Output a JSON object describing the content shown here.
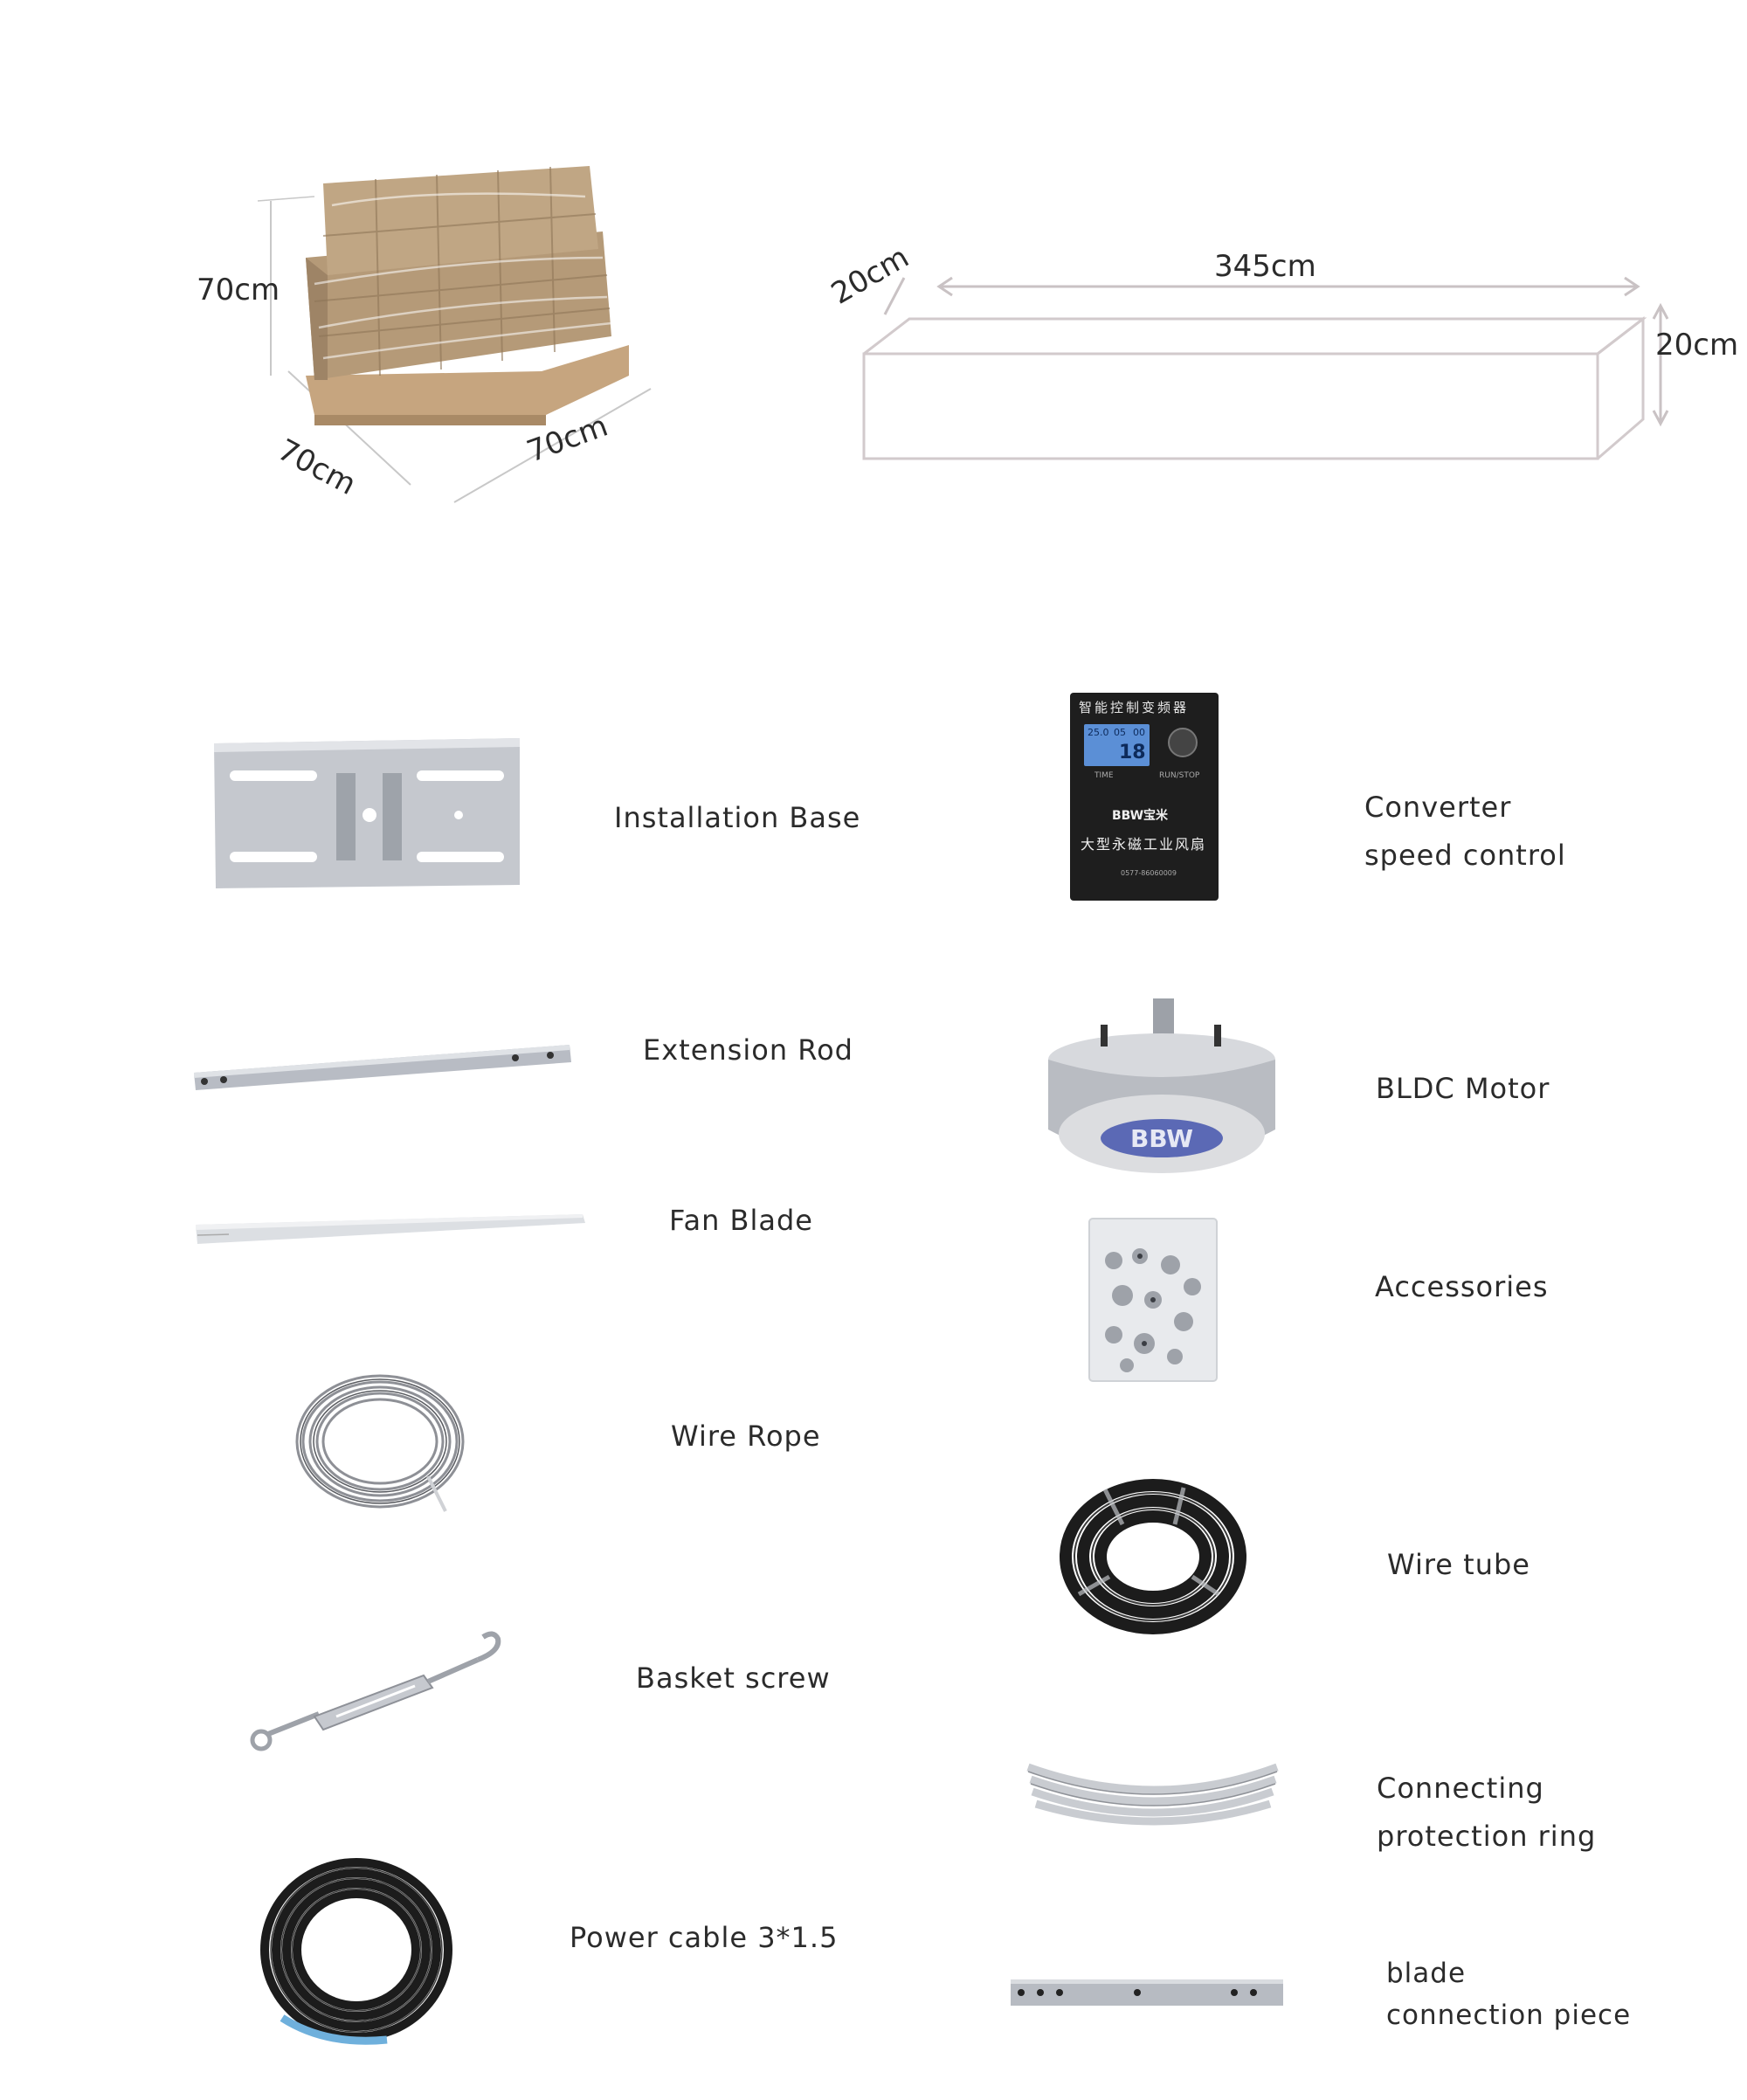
{
  "packaging": {
    "pallet": {
      "height": "70cm",
      "width": "70cm",
      "depth": "70cm"
    },
    "box": {
      "depth": "20cm",
      "length": "345cm",
      "height": "20cm"
    }
  },
  "items": {
    "installation_base": "Installation Base",
    "converter_line1": "Converter",
    "converter_line2": "speed control",
    "extension_rod": "Extension Rod",
    "bldc_motor": "BLDC Motor",
    "fan_blade": "Fan Blade",
    "accessories": "Accessories",
    "wire_rope": "Wire Rope",
    "wire_tube": "Wire tube",
    "basket_screw": "Basket screw",
    "ring_line1": "Connecting",
    "ring_line2": "protection ring",
    "power_cable": "Power cable 3*1.5",
    "blade_piece_line1": "blade",
    "blade_piece_line2": "connection piece"
  },
  "converter_panel": {
    "title_cn": "智能控制变频器",
    "brand": "BBW宝米",
    "subtitle_cn": "大型永磁工业风扇",
    "time_label": "TIME",
    "run_label": "RUN/STOP",
    "display_a": "25.0",
    "display_b": "05",
    "display_c": "00",
    "display_d": "18",
    "phone": "0577-86060009"
  },
  "icons": {
    "pallet": "pallet-icon",
    "box": "box-outline-icon"
  },
  "colors": {
    "cardboard": "#b59a78",
    "metal": "#c9ccd1",
    "black": "#1c1c1c",
    "outline": "#cfc9cb"
  }
}
